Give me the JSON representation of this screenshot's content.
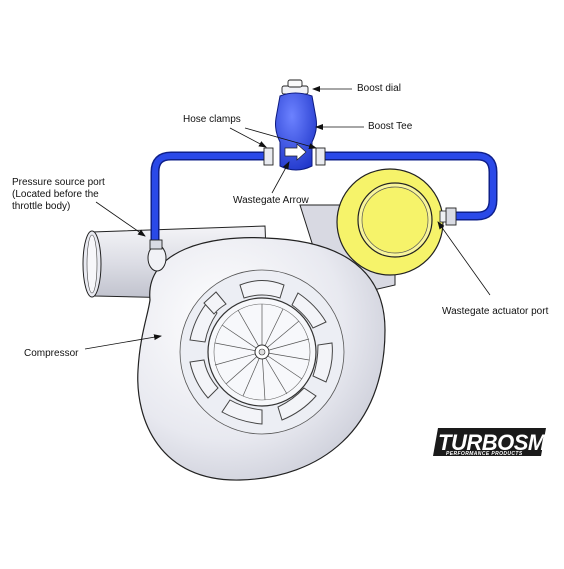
{
  "labels": {
    "boost_dial": "Boost dial",
    "boost_tee": "Boost Tee",
    "hose_clamps": "Hose clamps",
    "wastegate_arrow": "Wastegate Arrow",
    "pressure_source_line1": "Pressure source port",
    "pressure_source_line2": "(Located before the",
    "pressure_source_line3": "throttle body)",
    "wastegate_actuator_port": "Wastegate actuator port",
    "compressor": "Compressor"
  },
  "logo": {
    "brand": "TURBOSMART",
    "tagline": "PERFORMANCE PRODUCTS"
  },
  "colors": {
    "hose_blue": "#1f3fd9",
    "actuator_yellow": "#f6f36a",
    "housing_gray": "#e6e7ee",
    "outline": "#222222"
  }
}
